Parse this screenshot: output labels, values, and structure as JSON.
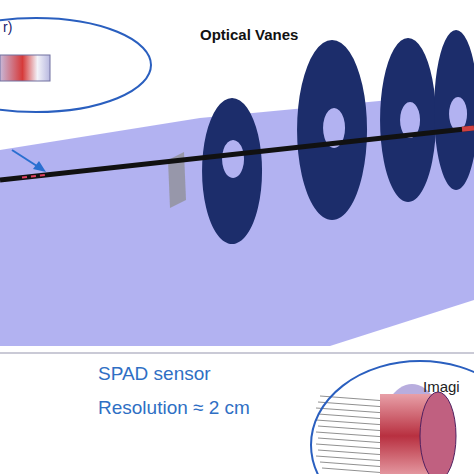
{
  "diagram": {
    "nodes": [
      {
        "text": [
          "r)"
        ]
      },
      {
        "text": [
          "Imagi"
        ]
      }
    ],
    "labels": [
      "Optical Vanes",
      "SPAD sensor",
      "Resolution ≈ 2 cm"
    ]
  }
}
